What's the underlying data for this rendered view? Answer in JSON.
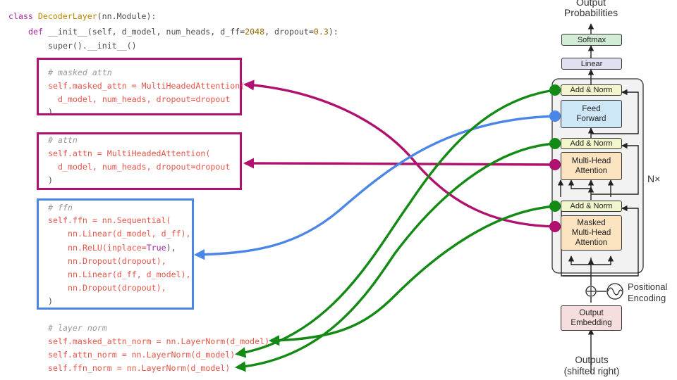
{
  "code": {
    "class_kw": "class",
    "class_name": "DecoderLayer",
    "class_base": "(nn.Module):",
    "def_kw": "def",
    "init_sig_a": "__init__(self, d_model, num_heads, d_ff=",
    "init_sig_num": "2048",
    "init_sig_b": ", dropout=",
    "init_sig_num2": "0.3",
    "init_sig_c": "):",
    "super_line": "super().__init__()",
    "masked": {
      "comment": "# masked attn",
      "self_kw": "self",
      "assign": ".masked_attn = MultiHeadedAttention(",
      "args": "d_model, num_heads, dropout=dropout",
      "close": ")"
    },
    "attn": {
      "comment": "# attn",
      "self_kw": "self",
      "assign": ".attn = MultiHeadedAttention(",
      "args": "d_model, num_heads, dropout=dropout",
      "close": ")"
    },
    "ffn": {
      "comment": "# ffn",
      "self_kw": "self",
      "assign": ".ffn = nn.Sequential(",
      "l1": "nn.Linear(d_model, d_ff),",
      "l2a": "nn.ReLU(inplace=",
      "l2b": "True",
      "l2c": "),",
      "l3": "nn.Dropout(dropout),",
      "l4": "nn.Linear(d_ff, d_model),",
      "l5": "nn.Dropout(dropout),",
      "close": ")"
    },
    "norm": {
      "comment": "# layer norm",
      "self_kw": "self",
      "n1": ".masked_attn_norm = nn.LayerNorm(d_model)",
      "n2": ".attn_norm = nn.LayerNorm(d_model)",
      "n3": ".ffn_norm = nn.LayerNorm(d_model)"
    }
  },
  "diagram": {
    "title_line1": "Output",
    "title_line2": "Probabilities",
    "softmax": "Softmax",
    "linear": "Linear",
    "add_norm": "Add & Norm",
    "feed_forward_1": "Feed",
    "feed_forward_2": "Forward",
    "mha_1": "Multi-Head",
    "mha_2": "Attention",
    "masked_1": "Masked",
    "masked_2": "Multi-Head",
    "masked_3": "Attention",
    "nx": "N×",
    "pos_enc_1": "Positional",
    "pos_enc_2": "Encoding",
    "out_emb_1": "Output",
    "out_emb_2": "Embedding",
    "outputs_1": "Outputs",
    "outputs_2": "(shifted right)"
  },
  "colors": {
    "magenta": "#b0106e",
    "blue": "#4a86e8",
    "green": "#138a13",
    "add_norm_fill": "#f3f6cc",
    "ff_fill": "#cde7f7",
    "attn_fill": "#fbe3c0",
    "softmax_fill": "#d3ecd6",
    "linear_fill": "#dfe0f0",
    "emb_fill": "#f7dede"
  }
}
